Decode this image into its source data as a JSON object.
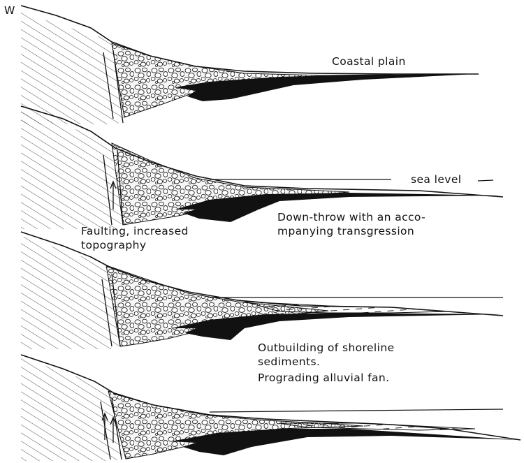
{
  "labels": {
    "compass": "W",
    "coastal_plain": "Coastal plain",
    "sea_level": "sea level",
    "downthrow_line1": "Down-throw with an acco-",
    "downthrow_line2": "mpanying transgression",
    "faulting_line1": "Faulting, increased",
    "faulting_line2": "topography",
    "outbuilding_line1": "Outbuilding of shoreline",
    "outbuilding_line2": "sediments.",
    "prograding": "Prograding alluvial fan."
  },
  "colors": {
    "ink": "#111111",
    "paper": "#ffffff"
  }
}
